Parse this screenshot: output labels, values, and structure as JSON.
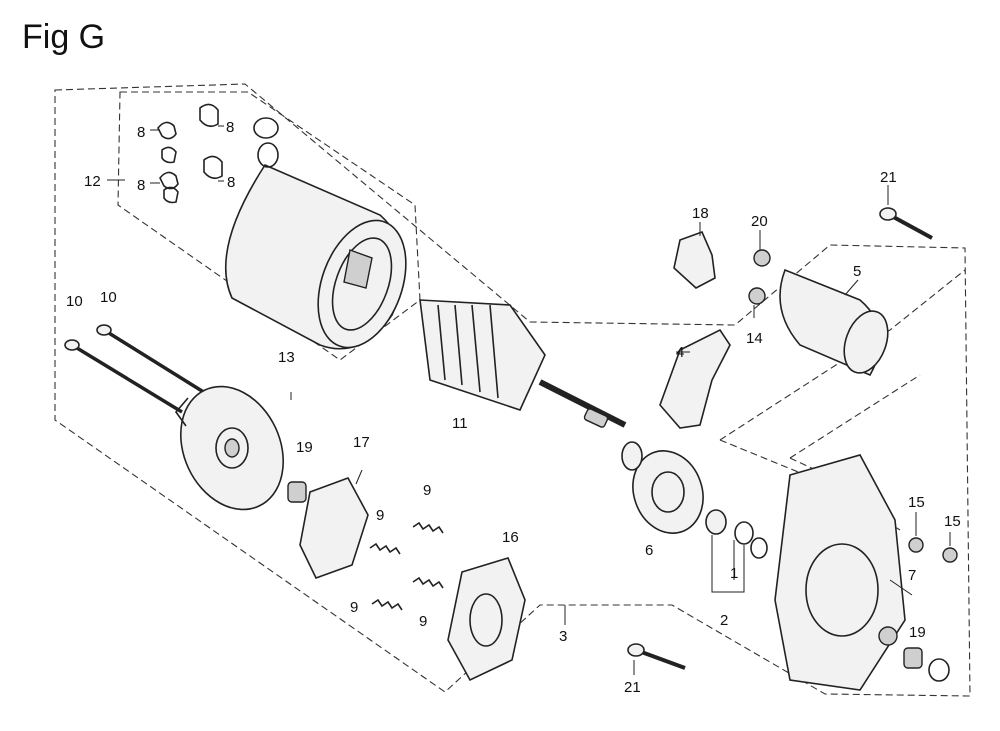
{
  "figure": {
    "title": "Fig G"
  },
  "callouts": {
    "c1": "1",
    "c2": "2",
    "c3": "3",
    "c4": "4",
    "c5": "5",
    "c6": "6",
    "c7": "7",
    "c8a": "8",
    "c8b": "8",
    "c8c": "8",
    "c8d": "8",
    "c9a": "9",
    "c9b": "9",
    "c9c": "9",
    "c9d": "9",
    "c10a": "10",
    "c10b": "10",
    "c11": "11",
    "c12": "12",
    "c13": "13",
    "c14": "14",
    "c15a": "15",
    "c15b": "15",
    "c16": "16",
    "c17": "17",
    "c18": "18",
    "c19a": "19",
    "c19b": "19",
    "c20": "20",
    "c21a": "21",
    "c21b": "21"
  }
}
